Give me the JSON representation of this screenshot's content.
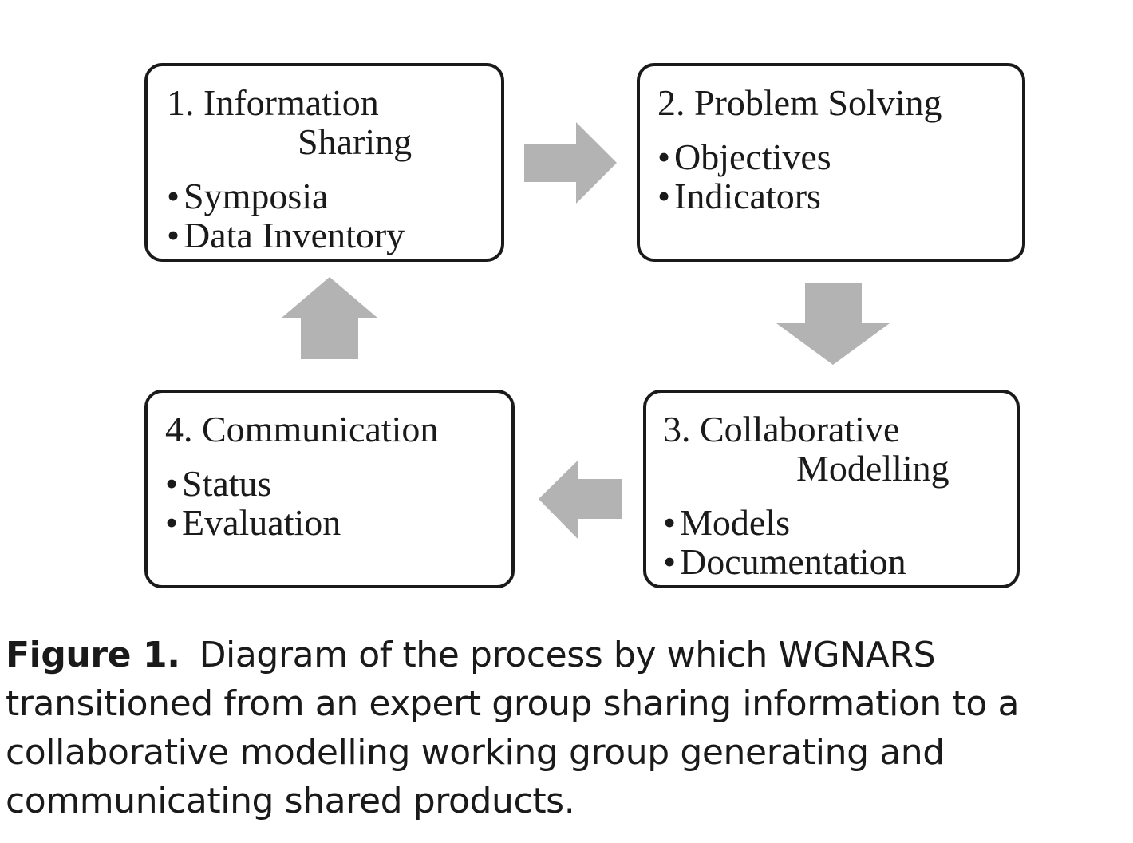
{
  "diagram": {
    "boxes": [
      {
        "title_line1": "1. Information",
        "title_line2": "Sharing",
        "items": [
          "Symposia",
          "Data Inventory"
        ]
      },
      {
        "title_line1": "2. Problem Solving",
        "items": [
          "Objectives",
          "Indicators"
        ]
      },
      {
        "title_line1": "3. Collaborative",
        "title_line2": "Modelling",
        "items": [
          "Models",
          "Documentation"
        ]
      },
      {
        "title_line1": "4. Communication",
        "items": [
          "Status",
          "Evaluation"
        ]
      }
    ],
    "bullet_symbol": "•",
    "arrow_color": "#b3b3b3",
    "arrows": [
      "right",
      "down",
      "left",
      "up"
    ]
  },
  "caption": {
    "label": "Figure 1.",
    "text": "Diagram of the process by which WGNARS transitioned from an expert group sharing information to a collaborative modelling working group generating and communicating shared products."
  }
}
